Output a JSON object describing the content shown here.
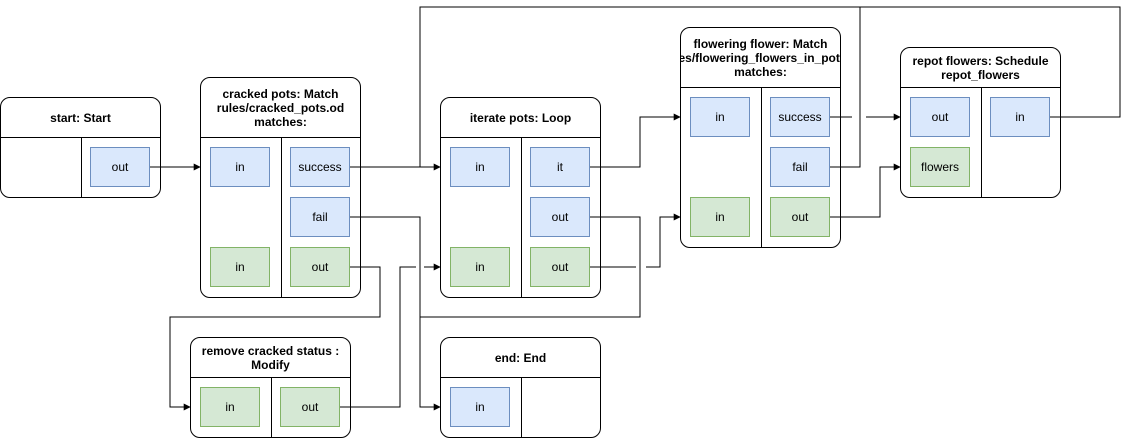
{
  "nodes": {
    "start": {
      "title": "start: Start",
      "ports": {
        "out": "out"
      }
    },
    "cracked_pots": {
      "title": "cracked pots: Match rules/cracked_pots.od matches:",
      "ports": {
        "in_exec": "in",
        "in_data": "in",
        "success": "success",
        "fail": "fail",
        "out": "out"
      }
    },
    "remove_cracked": {
      "title": "remove cracked status : Modify",
      "ports": {
        "in": "in",
        "out": "out"
      }
    },
    "iterate_pots": {
      "title": "iterate pots: Loop",
      "ports": {
        "in_exec": "in",
        "in_data": "in",
        "it": "it",
        "out_exec": "out",
        "out_data": "out"
      }
    },
    "end": {
      "title": "end: End",
      "ports": {
        "in": "in"
      }
    },
    "flowering_flower": {
      "title": "flowering flower: Match rules/flowering_flowers_in_pot.od matches:",
      "ports": {
        "in_exec": "in",
        "in_data": "in",
        "success": "success",
        "fail": "fail",
        "out": "out"
      }
    },
    "repot_flowers": {
      "title": "repot flowers: Schedule repot_flowers",
      "ports": {
        "out": "out",
        "flowers": "flowers",
        "in": "in"
      }
    }
  },
  "colors": {
    "exec_port": "#dae8fc",
    "exec_border": "#6c8ebf",
    "data_port": "#d5e8d4",
    "data_border": "#82b366",
    "edge": "#000000"
  }
}
